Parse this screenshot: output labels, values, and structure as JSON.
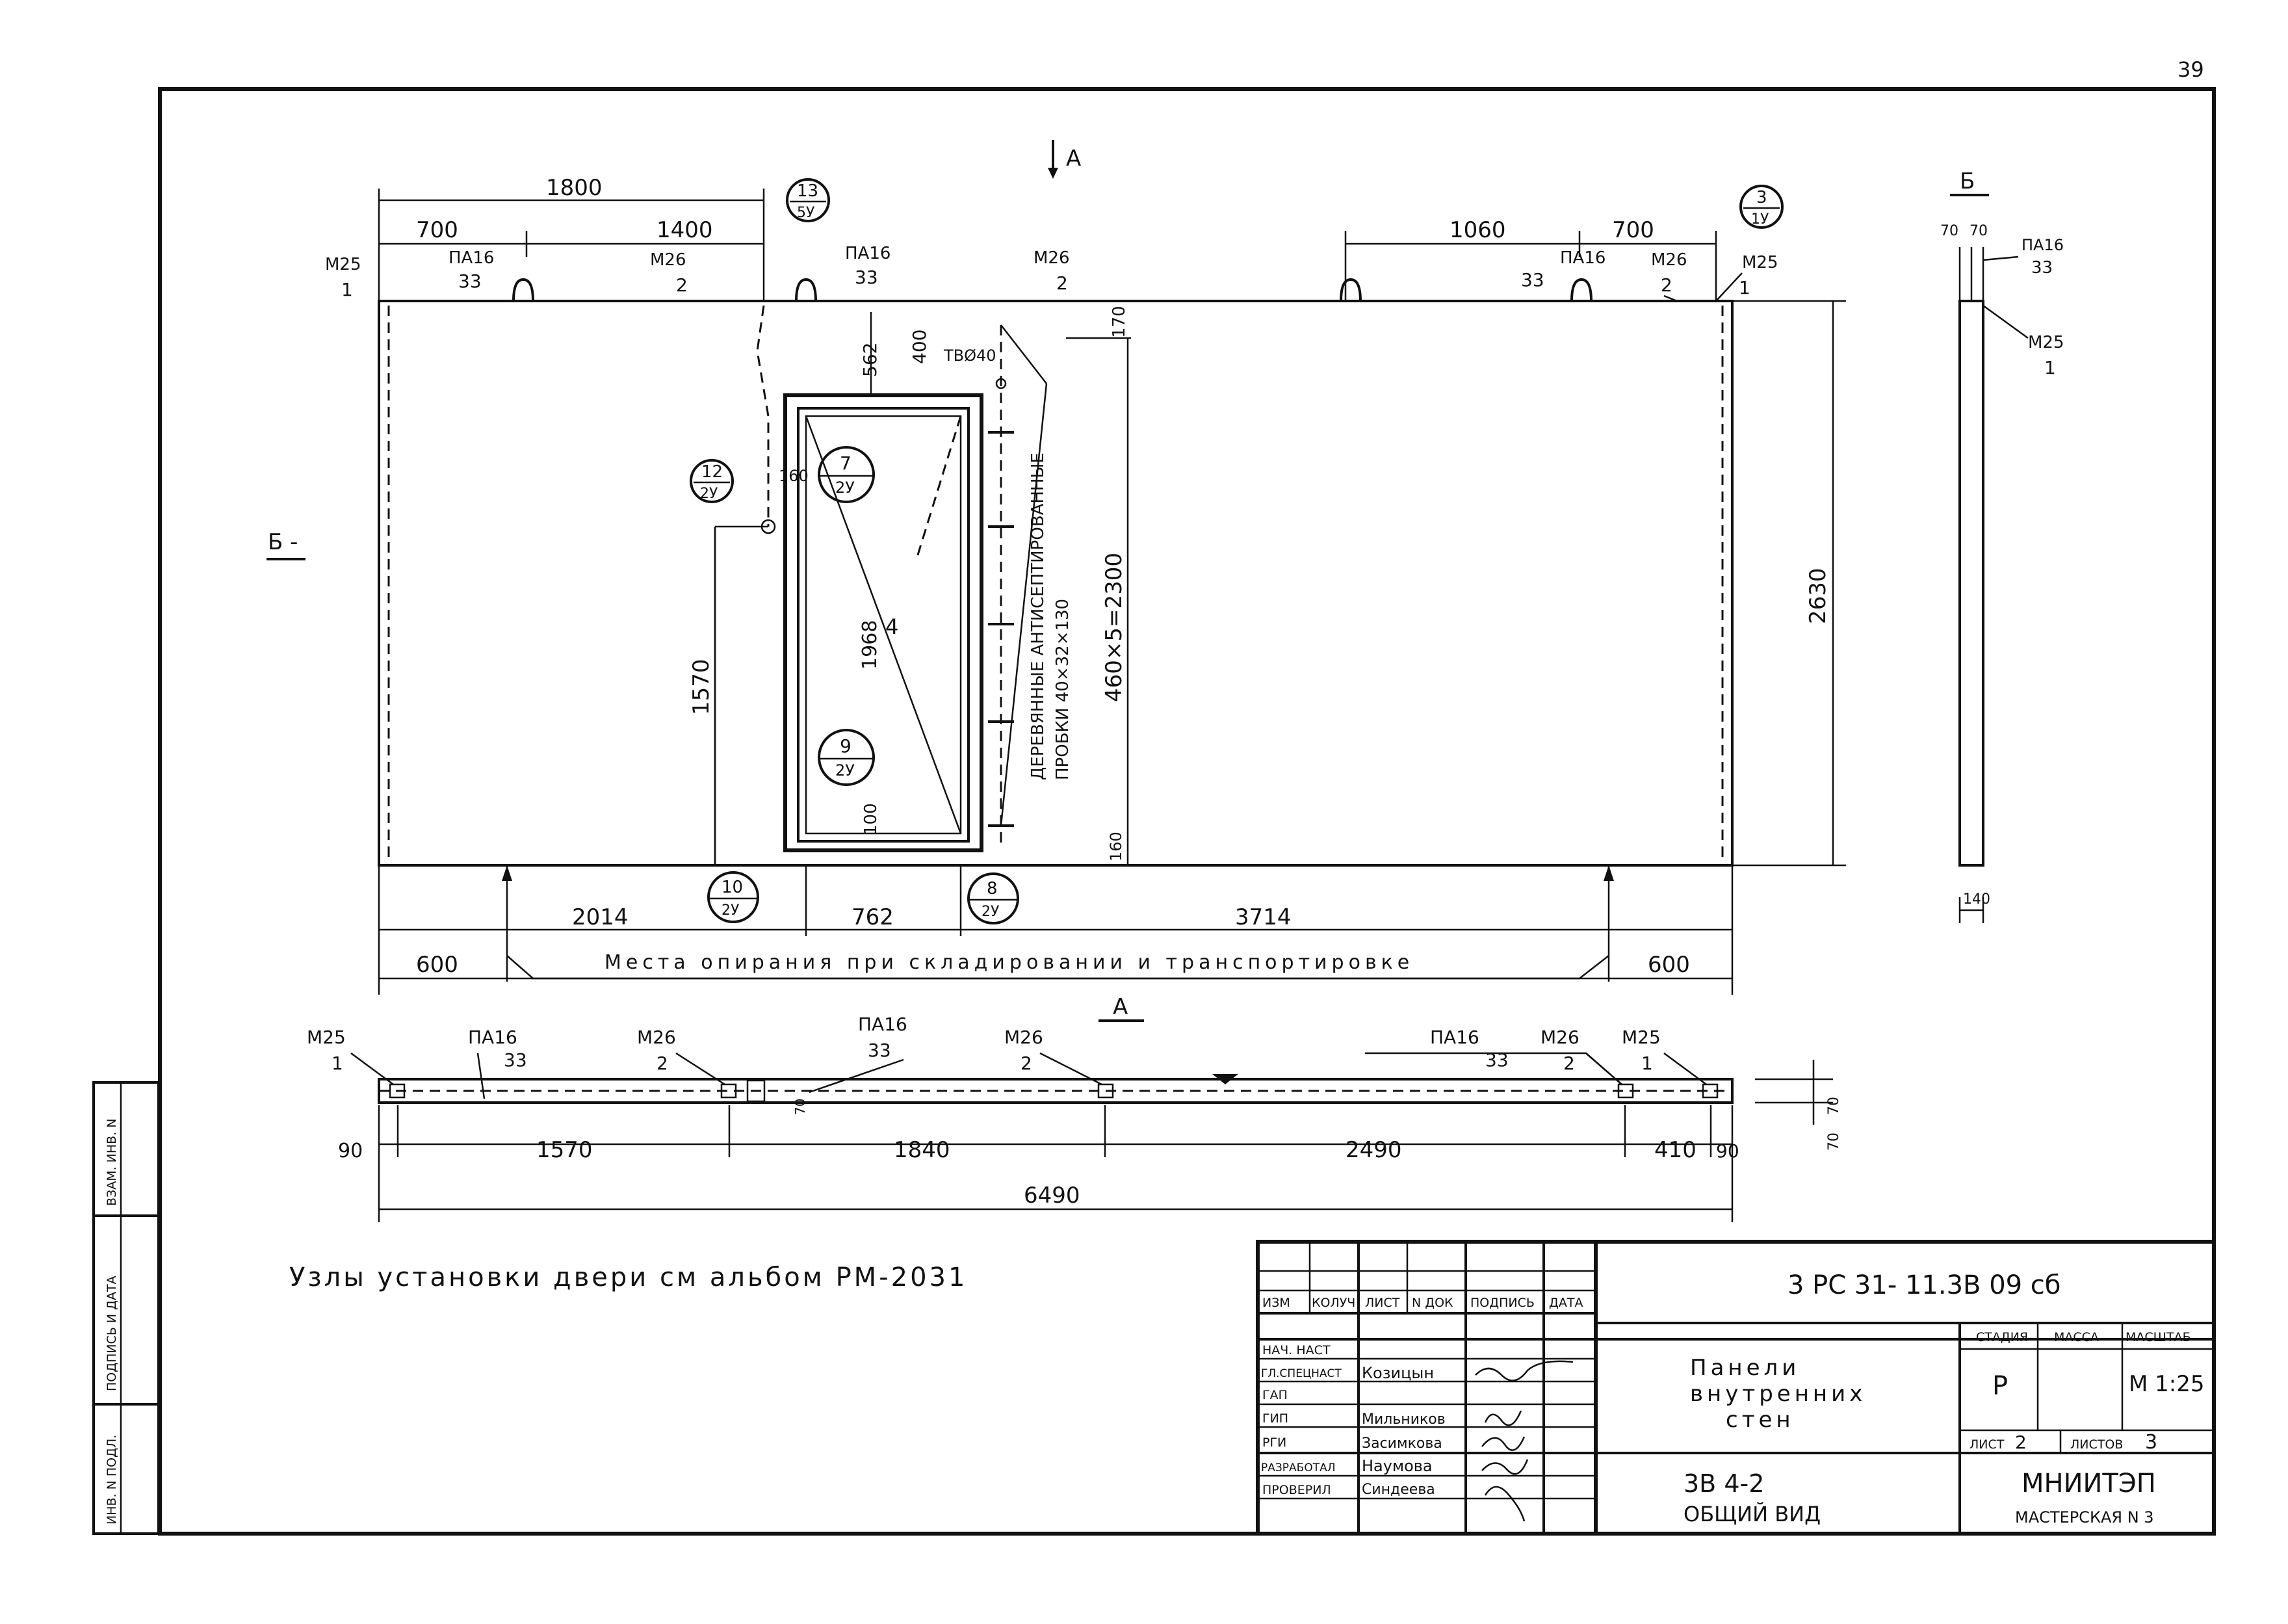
{
  "sheet_number": "39",
  "section_marks": {
    "a": "A",
    "b": "Б",
    "b_arrow": "Б -"
  },
  "elevation": {
    "dims_top": [
      "1800",
      "700",
      "1400",
      "1060",
      "700",
      "170"
    ],
    "dims_left": [
      "1570"
    ],
    "dims_right": [
      "2630"
    ],
    "door": {
      "height": "1968",
      "top_offset": "562",
      "bottom_offset": "100",
      "hole_offset": "400",
      "side_offset": "160",
      "mark": "4"
    },
    "hole_label": "ТВØ40",
    "plugs_label": [
      "ДЕРЕВЯННЫЕ АНТИСЕПТИРОВАННЫЕ",
      "ПРОБКИ 40×32×130"
    ],
    "spacing": "460×5=2300",
    "bottom_small": "160",
    "dims_bottom": [
      "2014",
      "762",
      "3714"
    ],
    "support_dims": [
      "600",
      "600"
    ],
    "support_text": "Места опирания при складировании и транспортировке"
  },
  "parts": {
    "m25": "М25",
    "m26": "М26",
    "pa16": "ПА16",
    "n1": "1",
    "n2": "2",
    "n33": "33"
  },
  "callouts": [
    {
      "top": "13",
      "bottom": "5У"
    },
    {
      "top": "3",
      "bottom": "1У"
    },
    {
      "top": "12",
      "bottom": "2У"
    },
    {
      "top": "7",
      "bottom": "2У"
    },
    {
      "top": "9",
      "bottom": "2У"
    },
    {
      "top": "10",
      "bottom": "2У"
    },
    {
      "top": "8",
      "bottom": "2У"
    }
  ],
  "side_view": {
    "dims_top": [
      "70",
      "70"
    ],
    "width": "140"
  },
  "plan": {
    "dims": [
      "90",
      "1570",
      "1840",
      "2490",
      "410",
      "90"
    ],
    "total": "6490",
    "thickness": [
      "70",
      "70"
    ],
    "small": "70"
  },
  "note": "Узлы установки двери см альбом РМ-2031",
  "stamp": {
    "side_labels": [
      "ВЗАМ. ИНВ. N",
      "ПОДПИСЬ И ДАТА",
      "ИНВ. N ПОДЛ."
    ],
    "header_cols": [
      "ИЗМ",
      "КОЛУЧ",
      "ЛИСТ",
      "N ДОК",
      "ПОДПИСЬ",
      "ДАТА"
    ],
    "roles": [
      "НАЧ. НАСТ",
      "ГЛ.СПЕЦНАСТ",
      "ГАП",
      "ГИП",
      "РГИ",
      "РАЗРАБОТАЛ",
      "ПРОВЕРИЛ"
    ],
    "names": [
      "",
      "Козицын",
      "",
      "Мильников",
      "Засимкова",
      "Наумова",
      "Синдеева"
    ],
    "code": "3 РС 31- 11.3В 09 сб",
    "title": [
      "Панели",
      "внутренних",
      "стен"
    ],
    "subtitle": [
      "3В 4-2",
      "ОБЩИЙ ВИД"
    ],
    "stage_label": "СТАДИЯ",
    "mass_label": "МАССА",
    "scale_label": "МАСШТАБ",
    "stage": "Р",
    "scale": "М 1:25",
    "sheet_label": "ЛИСТ",
    "sheet": "2",
    "sheets_label": "ЛИСТОВ",
    "sheets": "3",
    "org": "МНИИТЭП",
    "workshop": "МАСТЕРСКАЯ N 3"
  }
}
